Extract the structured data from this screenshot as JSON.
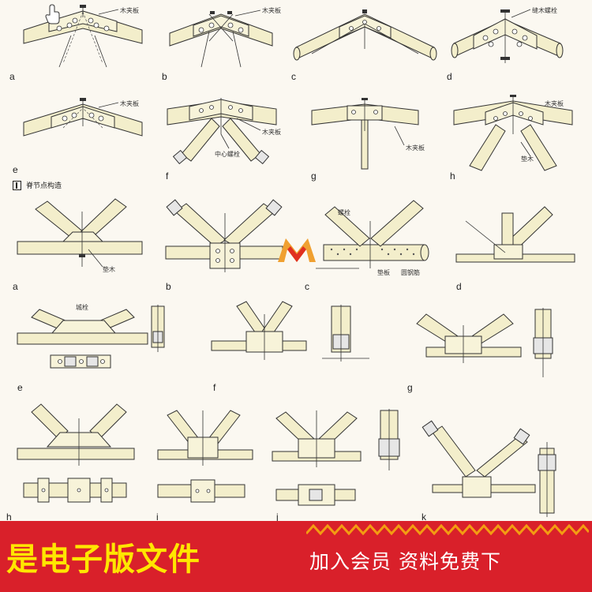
{
  "labels": {
    "row1": [
      "a",
      "b",
      "c",
      "d"
    ],
    "row2": [
      "e",
      "f",
      "g",
      "h"
    ],
    "row3": [
      "a",
      "b",
      "c",
      "d"
    ],
    "row4": [
      "e",
      "f",
      "g"
    ],
    "row5": [
      "h",
      "i",
      "j",
      "k"
    ]
  },
  "annotations": {
    "splint": "木夹板",
    "bolt_row1": "木夹板",
    "joint_bolt": "缝木螺栓",
    "center_bolt": "中心螺栓",
    "pad_wood": "垫木",
    "bolt": "螺栓",
    "washer": "垫板",
    "round_steel": "圆钢筋",
    "lug": "垫木",
    "knot": "城栓"
  },
  "section_title": "脊节点构造",
  "banner": {
    "left_text": "是电子版文件",
    "right_text": "加入会员 资料免费下"
  },
  "colors": {
    "wood": "#f3eecb",
    "steel": "#dcdcdc",
    "line": "#333333",
    "banner_bg": "#d9202a",
    "banner_yellow": "#ffe600",
    "zigzag_orange": "#f39c12",
    "logo_orange": "#f0a030",
    "logo_red": "#e03020"
  },
  "icons": [
    "hand-cursor-icon",
    "watermark-logo-icon"
  ]
}
